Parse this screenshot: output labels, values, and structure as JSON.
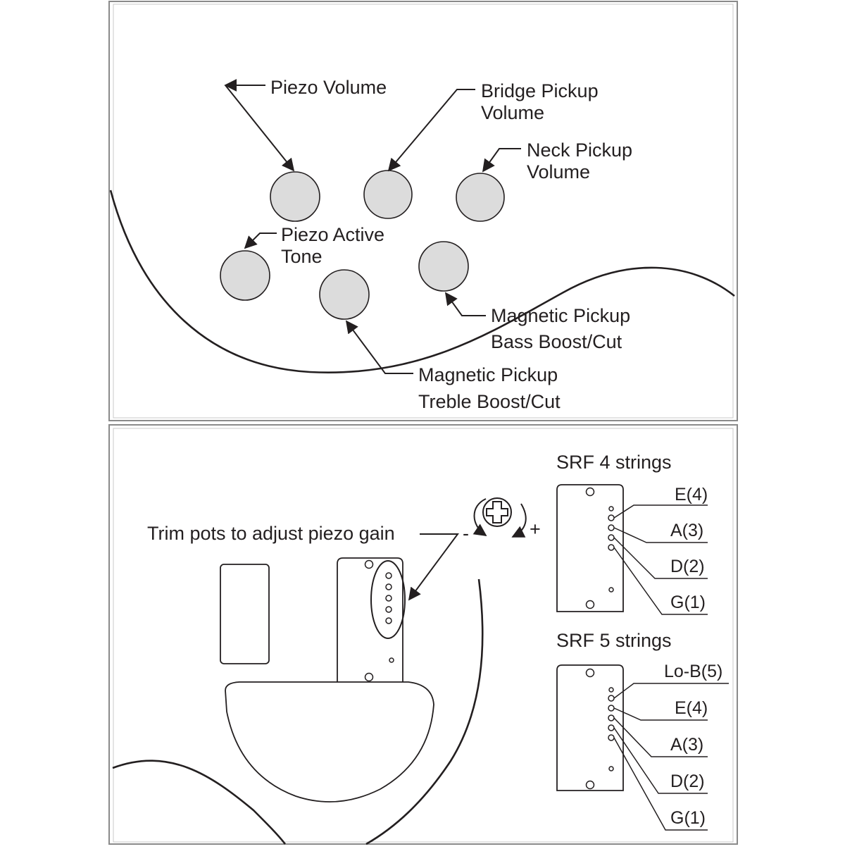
{
  "control_panel": {
    "labels": {
      "piezo_volume": "Piezo Volume",
      "bridge_pickup_volume": [
        "Bridge Pickup",
        "Volume"
      ],
      "neck_pickup_volume": [
        "Neck Pickup",
        "Volume"
      ],
      "piezo_active_tone": [
        "Piezo Active",
        "Tone"
      ],
      "magnetic_bass": [
        "Magnetic Pickup",
        "Bass Boost/Cut"
      ],
      "magnetic_treble": [
        "Magnetic Pickup",
        "Treble Boost/Cut"
      ]
    }
  },
  "trim_panel": {
    "trim_label": "Trim pots to adjust piezo gain",
    "minus_sign": "-",
    "plus_sign": "+",
    "srf4": {
      "title": "SRF 4 strings",
      "strings": [
        "E(4)",
        "A(3)",
        "D(2)",
        "G(1)"
      ]
    },
    "srf5": {
      "title": "SRF 5 strings",
      "strings": [
        "Lo-B(5)",
        "E(4)",
        "A(3)",
        "D(2)",
        "G(1)"
      ]
    }
  },
  "colors": {
    "ink": "#231f20",
    "knob_fill": "#dcdcdc",
    "frame": "#8a8a8a",
    "background": "#ffffff"
  }
}
